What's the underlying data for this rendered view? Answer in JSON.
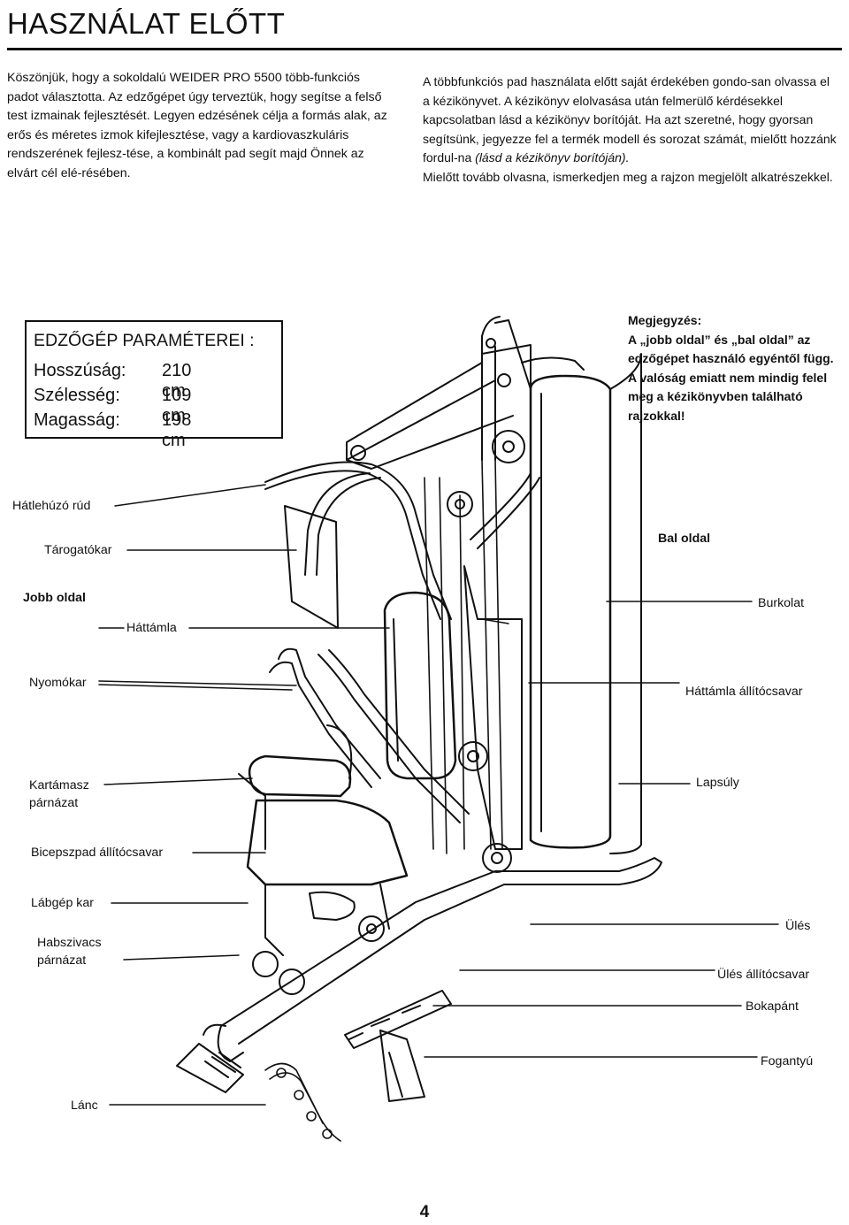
{
  "header": {
    "title": "HASZNÁLAT ELŐTT"
  },
  "intro_left": "Köszönjük, hogy a sokoldalú WEIDER PRO 5500 több-funkciós padot választotta. Az edzőgépet úgy terveztük, hogy segítse a felső test izmainak fejlesztését. Legyen edzésének célja a formás alak, az erős és méretes izmok kifejlesztése, vagy a kardiovaszkuláris rendszerének fejlesz-tése, a kombinált pad segít majd Önnek az elvárt cél elé-résében.",
  "intro_right": {
    "part1": "A többfunkciós pad használata előtt saját érdekében gondo-san olvassa el a kézikönyvet. A kézikönyv elolvasása után felmerülő kérdésekkel kapcsolatban lásd a kézikönyv borítóját. Ha azt szeretné, hogy gyorsan segítsünk, jegyezze fel a termék modell és sorozat számát, mielőtt hozzánk fordul-na",
    "part2": "(lásd a kézikönyv borítóján).",
    "part3": "Mielőtt tovább olvasna, ismerkedjen meg a rajzon megjelölt alkatrészekkel."
  },
  "params": {
    "title": "EDZŐGÉP PARAMÉTEREI :",
    "rows": [
      {
        "name": "Hosszúság:",
        "value": "210 cm"
      },
      {
        "name": "Szélesség:",
        "value": "109 cm"
      },
      {
        "name": "Magasság:",
        "value": "198 cm"
      }
    ]
  },
  "note": {
    "title": "Megjegyzés:",
    "text": "A „jobb oldal” és „bal oldal” az edzőgépet használó egyéntől függ. A valóság emiatt nem mindig felel meg a kézikönyvben található rajzokkal!"
  },
  "labels": {
    "hatlehuzo_rud": "Hátlehúzó rúd",
    "tarogatokar": "Tárogatókar",
    "jobb_oldal": "Jobb oldal",
    "hattamla": "Háttámla",
    "nyomokar": "Nyomókar",
    "kartamasz_1": "Kartámasz",
    "kartamasz_2": "párnázat",
    "bicepszpad": "Bicepszpad állítócsavar",
    "labgep_kar": "Lábgép kar",
    "habszivacs_1": "Habszivacs",
    "habszivacs_2": "párnázat",
    "lanc": "Lánc",
    "bal_oldal": "Bal oldal",
    "burkolat": "Burkolat",
    "hattamla_allito": "Háttámla állítócsavar",
    "lapsuly": "Lapsúly",
    "ules": "Ülés",
    "ules_allito": "Ülés állítócsavar",
    "bokapant": "Bokapánt",
    "fogantyu": "Fogantyú"
  },
  "page_number": "4"
}
